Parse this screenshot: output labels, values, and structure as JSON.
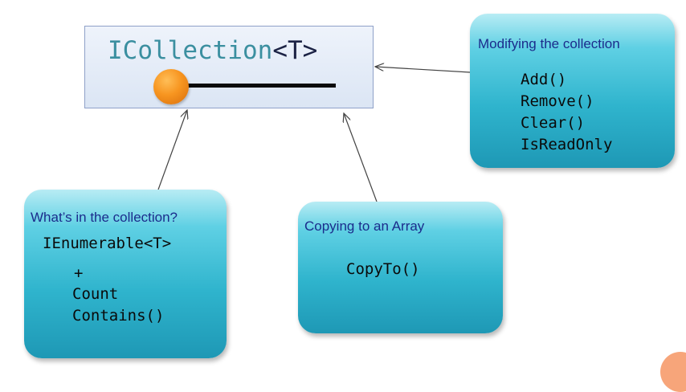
{
  "interface": {
    "name": "ICollection",
    "type_param": "<T>"
  },
  "callouts": {
    "modify": {
      "title": "Modifying the collection",
      "members": [
        "Add()",
        "Remove()",
        "Clear()",
        "IsReadOnly"
      ]
    },
    "inside": {
      "title": "What’s in the collection?",
      "base": "IEnumerable<T>",
      "plus": "+",
      "members": [
        "Count",
        "Contains()"
      ]
    },
    "copy": {
      "title": "Copying to an Array",
      "members": [
        "CopyTo()"
      ]
    }
  },
  "colors": {
    "title_teal": "#3b8fa0",
    "callout_teal": "#2fb4cd",
    "callout_title_blue": "#1b2c8c",
    "lollipop_orange": "#f79520"
  }
}
